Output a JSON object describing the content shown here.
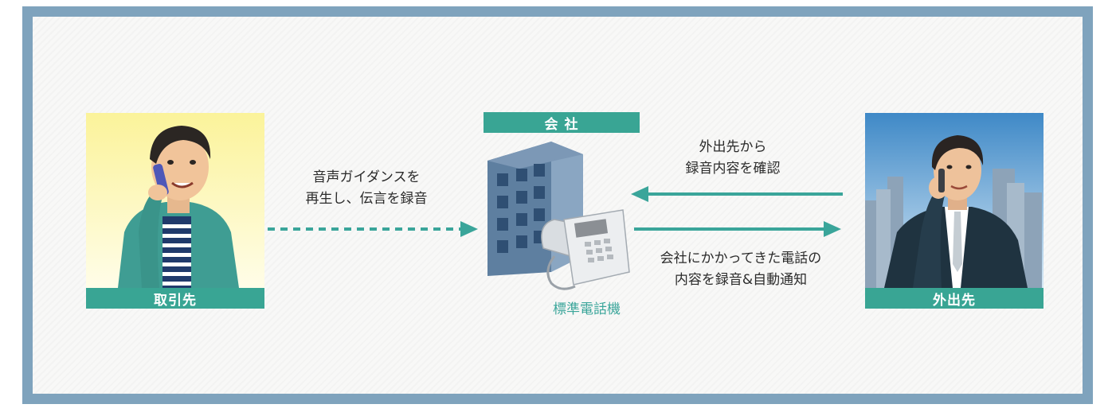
{
  "client": {
    "label": "取引先"
  },
  "company": {
    "label": "会 社",
    "phone_label": "標準電話機"
  },
  "remote": {
    "label": "外出先"
  },
  "arrows": {
    "guidance": {
      "line1": "音声ガイダンスを",
      "line2": "再生し、伝言を録音"
    },
    "confirm": {
      "line1": "外出先から",
      "line2": "録音内容を確認"
    },
    "notify": {
      "line1": "会社にかかってきた電話の",
      "line2": "内容を録音&自動通知"
    }
  },
  "colors": {
    "accent": "#39a594",
    "frame": "#7fa3bd",
    "arrow": "#3aa59a"
  }
}
